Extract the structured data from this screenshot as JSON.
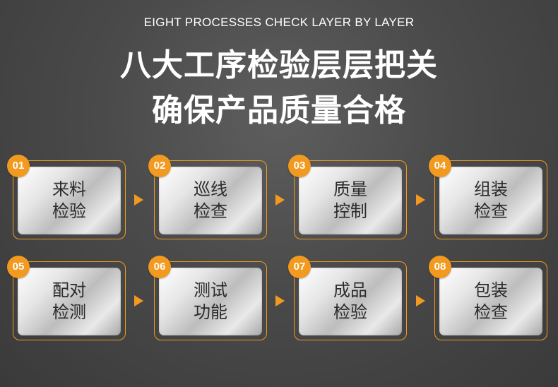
{
  "header": {
    "subtitle_en": "EIGHT PROCESSES CHECK LAYER BY LAYER",
    "title_line1": "八大工序检验层层把关",
    "title_line2": "确保产品质量合格"
  },
  "colors": {
    "accent": "#f29a1f",
    "background": "#4a4a4a",
    "text_light": "#ffffff",
    "text_dark": "#2b2b2b"
  },
  "steps": [
    {
      "number": "01",
      "line1": "来料",
      "line2": "检验"
    },
    {
      "number": "02",
      "line1": "巡线",
      "line2": "检查"
    },
    {
      "number": "03",
      "line1": "质量",
      "line2": "控制"
    },
    {
      "number": "04",
      "line1": "组装",
      "line2": "检查"
    },
    {
      "number": "05",
      "line1": "配对",
      "line2": "检测"
    },
    {
      "number": "06",
      "line1": "测试",
      "line2": "功能"
    },
    {
      "number": "07",
      "line1": "成品",
      "line2": "检验"
    },
    {
      "number": "08",
      "line1": "包装",
      "line2": "检查"
    }
  ]
}
